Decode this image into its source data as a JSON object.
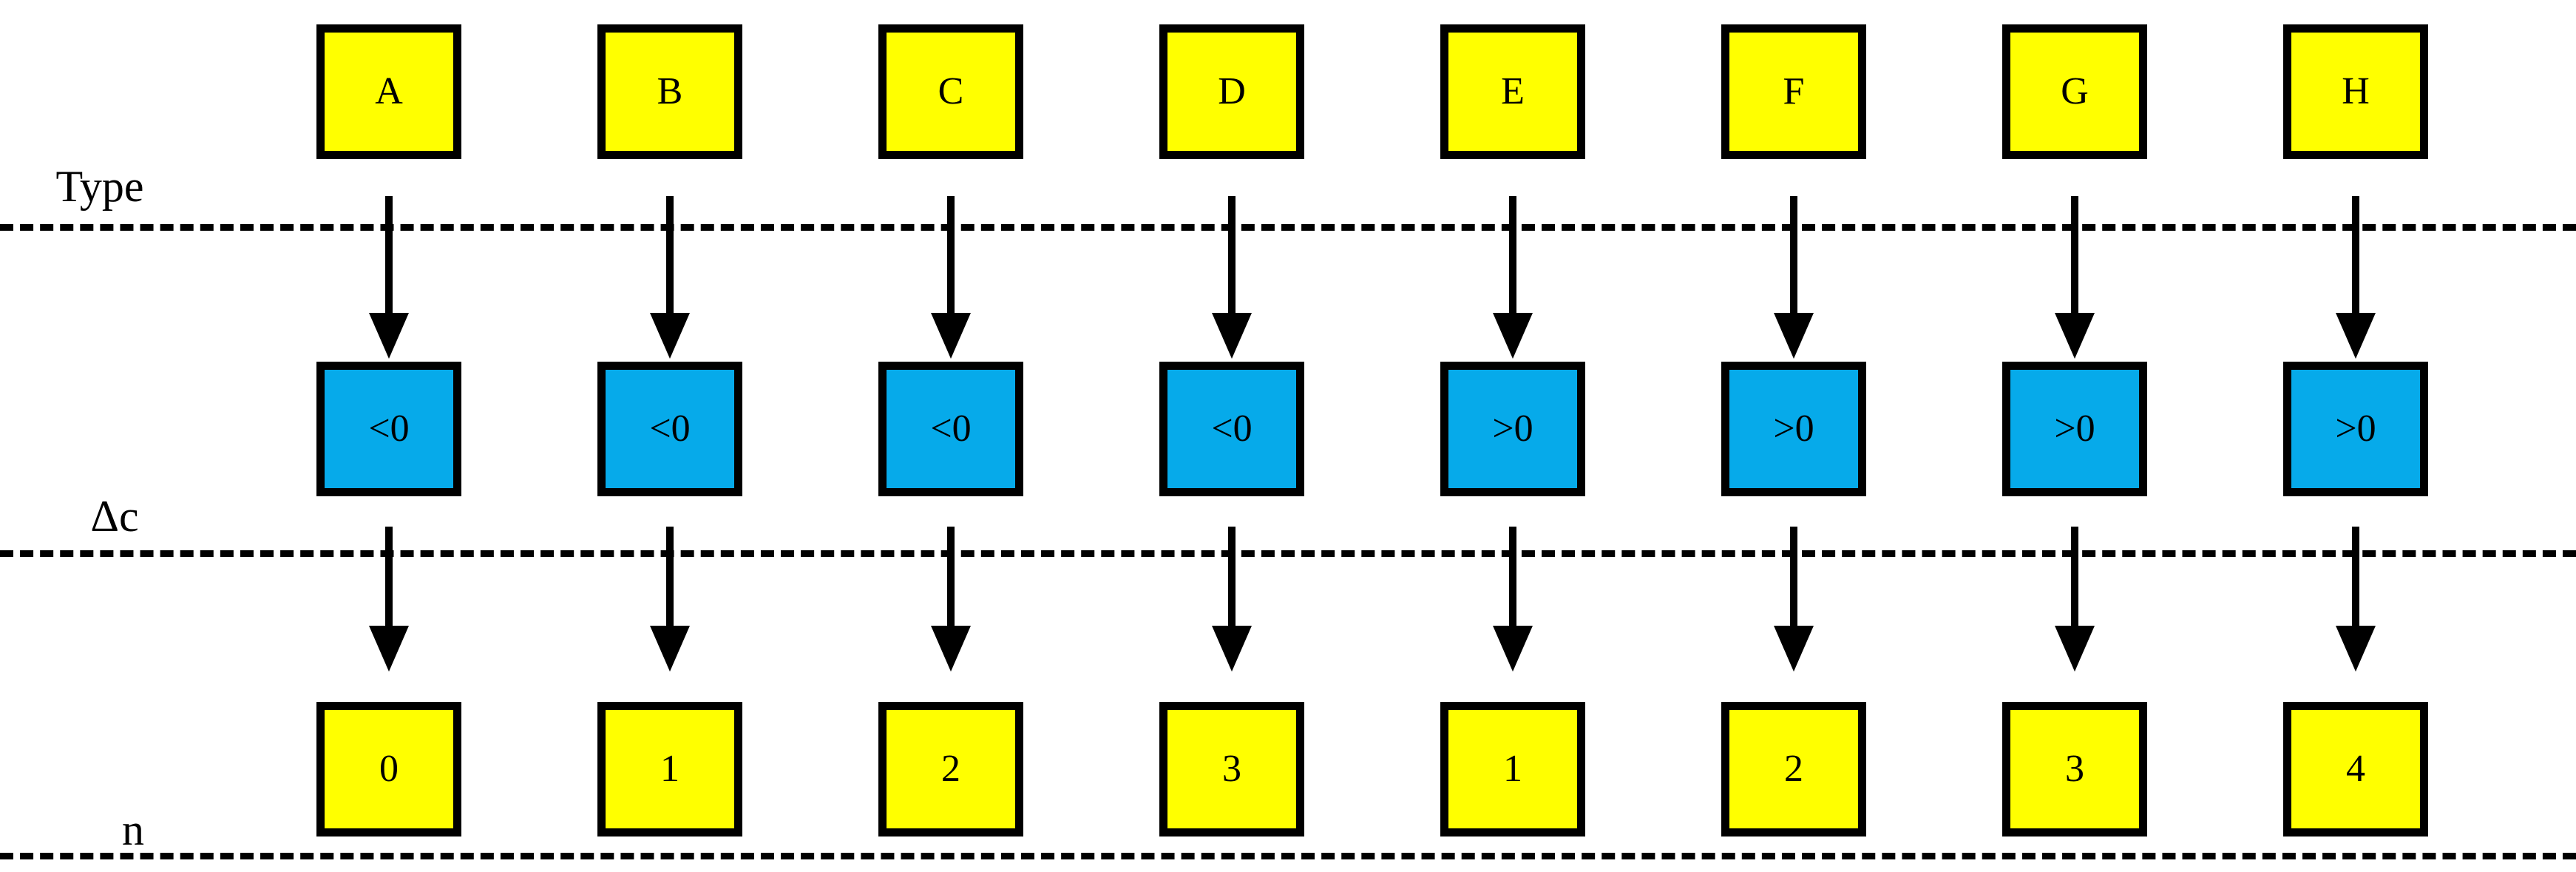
{
  "figure": {
    "title": "Type / delta-c / n classification diagram",
    "colors": {
      "box_yellow": "#ffff00",
      "box_blue": "#06aaea",
      "outline": "#000000",
      "background": "#ffffff",
      "text": "#000000"
    }
  },
  "row_labels": {
    "type": "Type",
    "delta_c": "Δc",
    "n": "n"
  },
  "columns": [
    {
      "type": "A",
      "delta_c": "<0",
      "n": "0"
    },
    {
      "type": "B",
      "delta_c": "<0",
      "n": "1"
    },
    {
      "type": "C",
      "delta_c": "<0",
      "n": "2"
    },
    {
      "type": "D",
      "delta_c": "<0",
      "n": "3"
    },
    {
      "type": "E",
      "delta_c": ">0",
      "n": "1"
    },
    {
      "type": "F",
      "delta_c": ">0",
      "n": "2"
    },
    {
      "type": "G",
      "delta_c": ">0",
      "n": "3"
    },
    {
      "type": "H",
      "delta_c": ">0",
      "n": "4"
    }
  ],
  "rows": {
    "type_row": {
      "label": "Type",
      "values": [
        "A",
        "B",
        "C",
        "D",
        "E",
        "F",
        "G",
        "H"
      ]
    },
    "delta_c_row": {
      "label": "Δc",
      "values": [
        "<0",
        "<0",
        "<0",
        "<0",
        ">0",
        ">0",
        ">0",
        ">0"
      ]
    },
    "n_row": {
      "label": "n",
      "values": [
        "0",
        "1",
        "2",
        "3",
        "1",
        "2",
        "3",
        "4"
      ]
    }
  }
}
